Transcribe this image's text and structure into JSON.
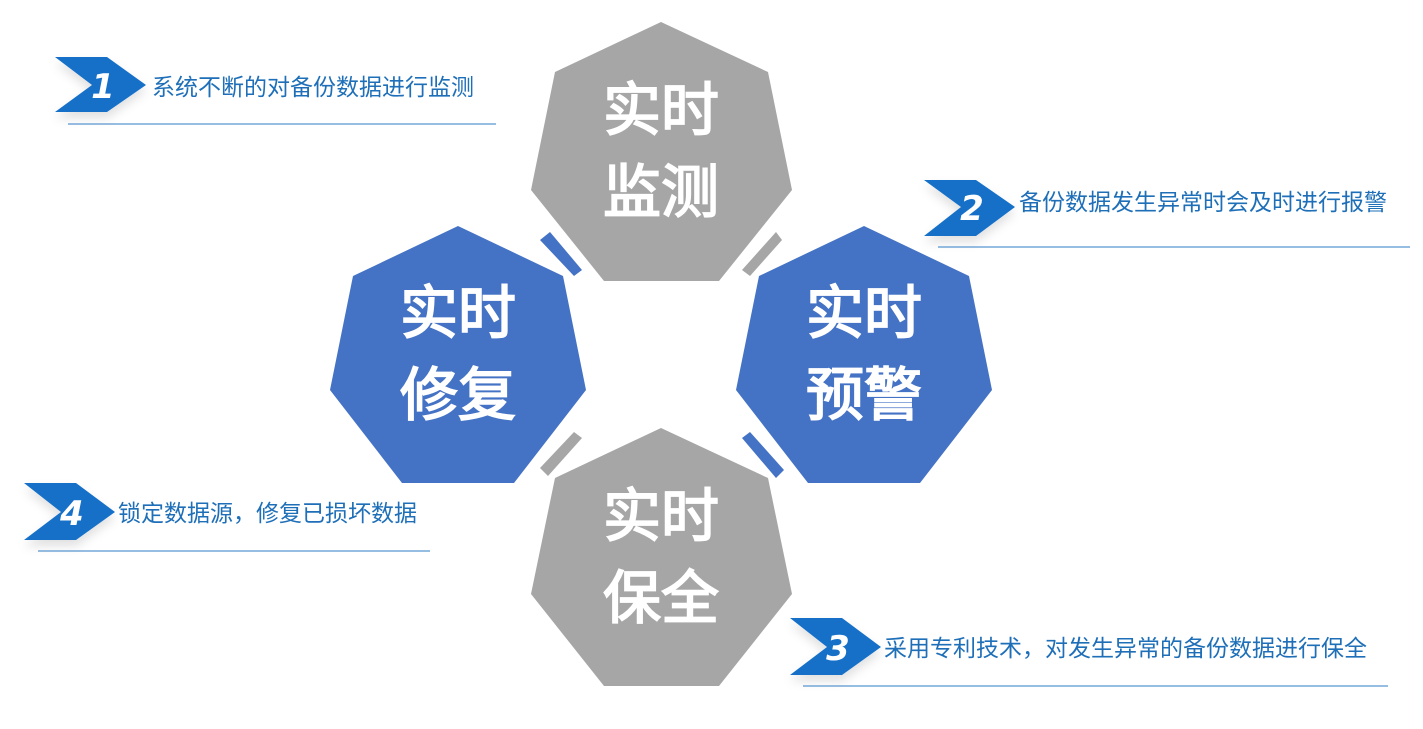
{
  "diagram": {
    "stages": [
      {
        "id": "monitor",
        "line1": "实时",
        "line2": "监测",
        "color": "#a6a6a6"
      },
      {
        "id": "alert",
        "line1": "实时",
        "line2": "预警",
        "color": "#4472c4"
      },
      {
        "id": "protect",
        "line1": "实时",
        "line2": "保全",
        "color": "#a6a6a6"
      },
      {
        "id": "repair",
        "line1": "实时",
        "line2": "修复",
        "color": "#4472c4"
      }
    ],
    "callouts": [
      {
        "number": "1",
        "text": "系统不断的对备份数据进行监测"
      },
      {
        "number": "2",
        "text": "备份数据发生异常时会及时进行报警"
      },
      {
        "number": "3",
        "text": "采用专利技术，对发生异常的备份数据进行保全"
      },
      {
        "number": "4",
        "text": "锁定数据源，修复已损坏数据"
      }
    ],
    "colors": {
      "gray": "#a6a6a6",
      "blue": "#4472c4",
      "badge": "#1470c8",
      "callout_text": "#1e6fb8",
      "underline": "#2e7cc4"
    }
  }
}
